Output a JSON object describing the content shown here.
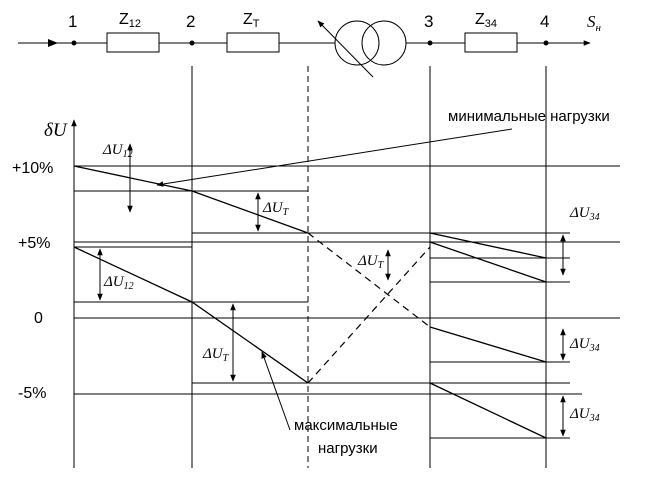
{
  "top_line": {
    "nodes": [
      "1",
      "2",
      "3",
      "4"
    ],
    "impedances": [
      {
        "main": "Z",
        "sub": "12"
      },
      {
        "main": "Z",
        "sub": "T"
      },
      {
        "main": "Z",
        "sub": "34"
      }
    ],
    "power_label": {
      "main": "S",
      "sub": "н"
    }
  },
  "axis": {
    "label": "δU",
    "ticks": [
      "+10%",
      "+5%",
      "0",
      "-5%"
    ]
  },
  "annotations": {
    "min_load": "минимальные нагрузки",
    "max_load_line1": "максимальные",
    "max_load_line2": "нагрузки"
  },
  "delta_labels": [
    {
      "main": "ΔU",
      "sub": "12"
    },
    {
      "main": "ΔU",
      "sub": "T"
    },
    {
      "main": "ΔU",
      "sub": "34"
    },
    {
      "main": "ΔU",
      "sub": "12"
    },
    {
      "main": "ΔU",
      "sub": "T"
    },
    {
      "main": "ΔU",
      "sub": "34"
    },
    {
      "main": "ΔU",
      "sub": "T"
    },
    {
      "main": "ΔU",
      "sub": "34"
    }
  ]
}
